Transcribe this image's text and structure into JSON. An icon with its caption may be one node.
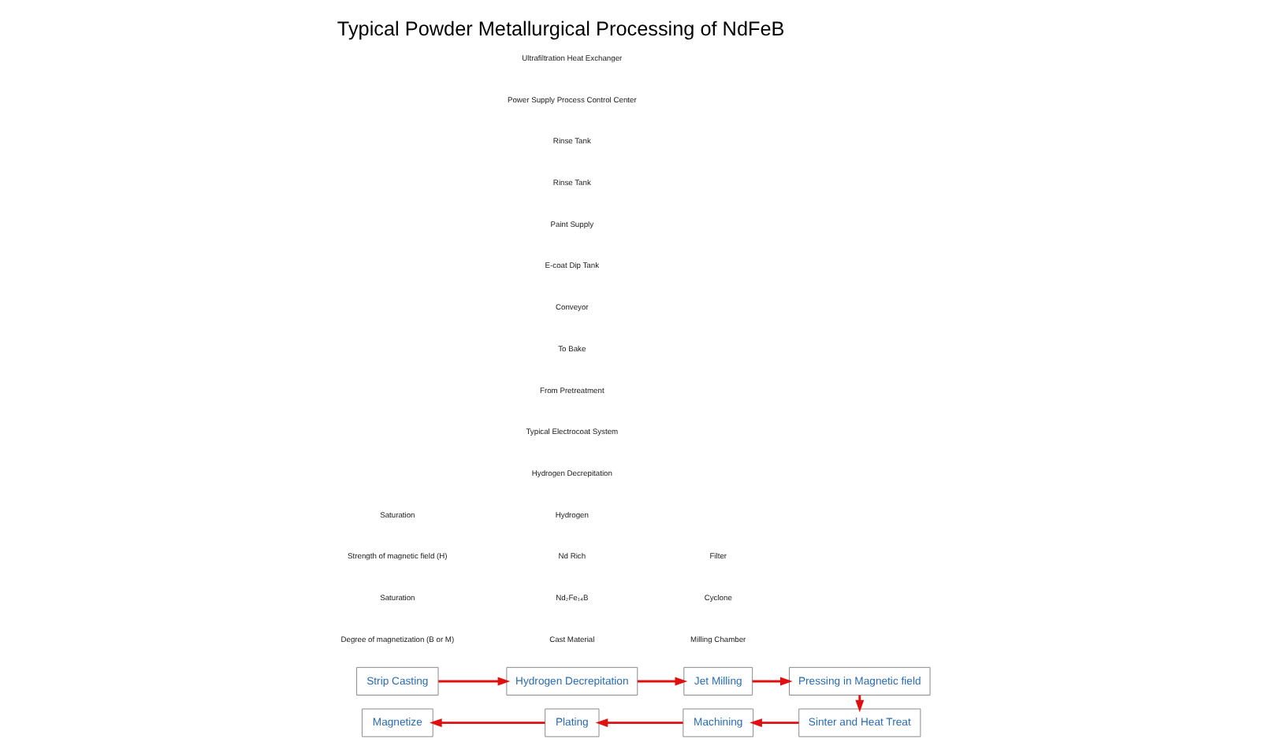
{
  "diagram": {
    "title": "Typical Powder Metallurgical Processing of NdFeB",
    "nodes": [
      {
        "text": [
          "Strip Casting"
        ]
      },
      {
        "text": [
          "Hydrogen Decrepitation"
        ]
      },
      {
        "text": [
          "Jet Milling"
        ]
      },
      {
        "text": [
          "Pressing in Magnetic field"
        ]
      },
      {
        "text": [
          "Sinter and Heat Treat"
        ]
      },
      {
        "text": [
          "Machining"
        ]
      },
      {
        "text": [
          "Plating"
        ]
      },
      {
        "text": [
          "Magnetize"
        ]
      }
    ],
    "edges": [
      {
        "from": 0,
        "to": 1,
        "arrow": "to"
      },
      {
        "from": 1,
        "to": 2,
        "arrow": "to"
      },
      {
        "from": 2,
        "to": 3,
        "arrow": "to"
      },
      {
        "from": 3,
        "to": 4,
        "arrow": "to"
      },
      {
        "from": 4,
        "to": 5,
        "arrow": "to"
      },
      {
        "from": 5,
        "to": 6,
        "arrow": "to"
      },
      {
        "from": 6,
        "to": 7,
        "arrow": "to"
      }
    ],
    "labels": [
      "Cast Material",
      "Nd₂Fe₁₄B",
      "Nd Rich",
      "Hydrogen",
      "Hydrogen Decrepitation",
      "Milling Chamber",
      "Cyclone",
      "Filter",
      "Degree of magnetization (B or M)",
      "Saturation",
      "Strength of magnetic field (H)",
      "Saturation",
      "Typical Electrocoat System",
      "From Pretreatment",
      "To Bake",
      "Conveyor",
      "E-coat Dip Tank",
      "Paint Supply",
      "Rinse Tank",
      "Rinse Tank",
      "Power Supply Process Control Center",
      "Ultrafiltration Heat Exchanger"
    ]
  }
}
